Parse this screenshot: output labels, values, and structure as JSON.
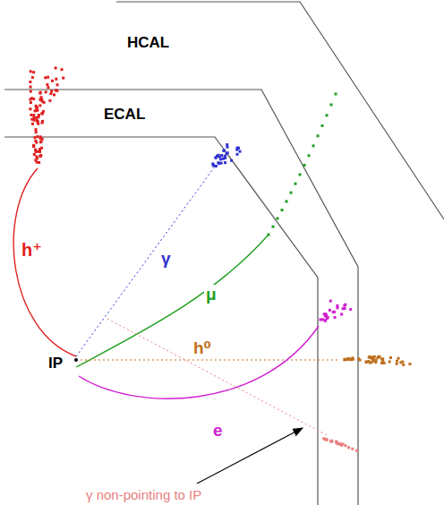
{
  "diagram": {
    "labels": [
      "HCAL",
      "ECAL",
      "h⁺",
      "γ",
      "μ",
      "h⁰",
      "IP",
      "e",
      "γ non-pointing to IP"
    ]
  }
}
